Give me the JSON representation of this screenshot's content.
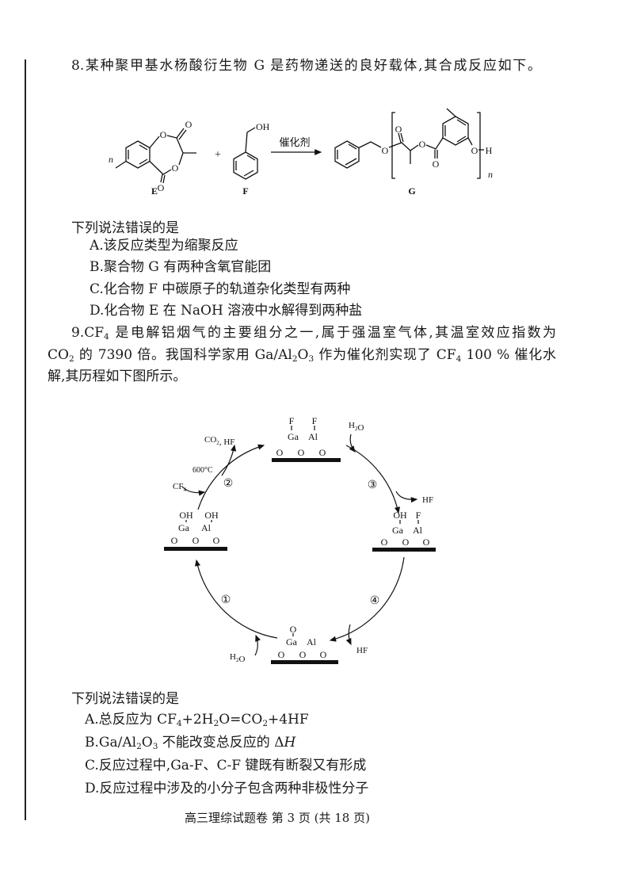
{
  "q8": {
    "stem": [
      "8.某种聚甲基水杨酸衍生物 G 是药物递送的良好载体,其合成反应如下。"
    ],
    "scheme": {
      "coef_n": "n",
      "plus": "+",
      "catalyst": "催化剂",
      "label_E": "E",
      "label_F": "F",
      "label_G": "G",
      "atom_O": "O",
      "atom_OH": "OH",
      "atom_H": "H",
      "repeat_n": "n"
    },
    "prompt": "下列说法错误的是",
    "options": [
      [
        "A.该反应类型为缩聚反应"
      ],
      [
        "B.聚合物 G 有两种含氧官能团"
      ],
      [
        "C.化合物 F 中碳原子的轨道杂化类型有两种"
      ],
      [
        "D.化合物 E 在 NaOH 溶液中水解得到两种盐"
      ]
    ]
  },
  "q9": {
    "stem_lines": [
      [
        "9.CF",
        {
          "sub": "4"
        },
        " 是电解铝烟气的主要组分之一,属于强温室气体,其温室效应指数为"
      ],
      [
        "CO",
        {
          "sub": "2"
        },
        " 的 7390 倍。我国科学家用 Ga/Al",
        {
          "sub": "2"
        },
        "O",
        {
          "sub": "3"
        },
        " 作为催化剂实现了 CF",
        {
          "sub": "4"
        },
        " 100 % 催化水"
      ],
      [
        "解,其历程如下图所示。"
      ]
    ],
    "cycle": {
      "steps": [
        "①",
        "②",
        "③",
        "④"
      ],
      "co2_hf": [
        "CO",
        {
          "sub": "2"
        },
        ", HF"
      ],
      "temp": [
        "600°C"
      ],
      "cf4": [
        "CF",
        {
          "sub": "4"
        }
      ],
      "h2o_top": [
        "H",
        {
          "sub": "2"
        },
        "O"
      ],
      "hf_right": [
        "HF"
      ],
      "hf_bottom": [
        "HF"
      ],
      "h2o_bottom": [
        "H",
        {
          "sub": "2"
        },
        "O"
      ],
      "atoms": {
        "F": "F",
        "Ga": "Ga",
        "Al": "Al",
        "O": "O",
        "OH": "OH"
      }
    },
    "prompt": "下列说法错误的是",
    "options": [
      [
        "A.总反应为 CF",
        {
          "sub": "4"
        },
        "+2H",
        {
          "sub": "2"
        },
        "O=CO",
        {
          "sub": "2"
        },
        "+4HF"
      ],
      [
        "B.Ga/Al",
        {
          "sub": "2"
        },
        "O",
        {
          "sub": "3"
        },
        " 不能改变总反应的 Δ",
        {
          "i": "H"
        }
      ],
      [
        "C.反应过程中,Ga-F、C-F 键既有断裂又有形成"
      ],
      [
        "D.反应过程中涉及的小分子包含两种非极性分子"
      ]
    ]
  },
  "footer": [
    "高三理综试题卷 第 3 页 (共 18 页)"
  ]
}
